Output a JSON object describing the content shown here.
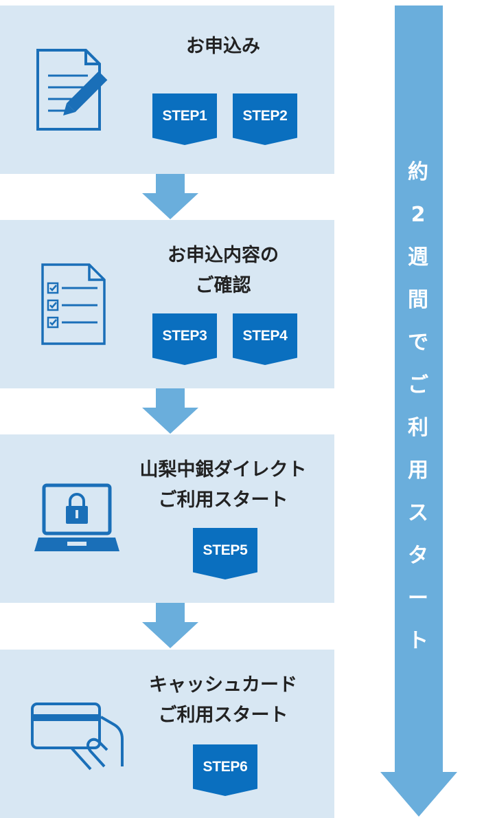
{
  "steps": [
    {
      "title_lines": [
        "お申込み"
      ],
      "badges": [
        "STEP1",
        "STEP2"
      ],
      "icon": "document-pencil-icon"
    },
    {
      "title_lines": [
        "お申込内容の",
        "ご確認"
      ],
      "badges": [
        "STEP3",
        "STEP4"
      ],
      "icon": "checklist-icon"
    },
    {
      "title_lines": [
        "山梨中銀ダイレクト",
        "ご利用スタート"
      ],
      "badges": [
        "STEP5"
      ],
      "icon": "laptop-lock-icon"
    },
    {
      "title_lines": [
        "キャッシュカード",
        "ご利用スタート"
      ],
      "badges": [
        "STEP6"
      ],
      "icon": "card-hand-icon"
    }
  ],
  "timeline": {
    "chars": [
      "約",
      "2",
      "週",
      "間",
      "で",
      "ご",
      "利",
      "用",
      "ス",
      "タ",
      "ー",
      "ト"
    ]
  },
  "colors": {
    "panel": "#d8e7f3",
    "badge": "#0a6fbf",
    "arrow": "#6aaedc",
    "icon": "#1a6fb8"
  }
}
